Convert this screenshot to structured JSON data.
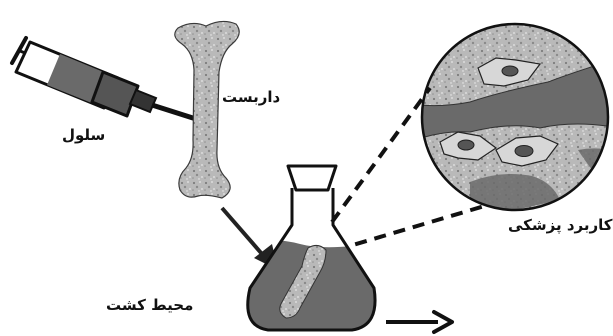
{
  "labels": {
    "scaffold": "داربست",
    "cell": "سلول",
    "medical_application": "کاربرد پزشکی",
    "culture_medium": "محیط کشت"
  },
  "icons": {
    "syringe": "syringe-icon",
    "scaffold": "porous-bone-scaffold-icon",
    "flask": "erlenmeyer-flask-icon",
    "magnified_view": "magnified-tissue-circle-icon",
    "arrow_into_flask": "arrow-down-right-icon",
    "arrow_out": "arrow-right-icon"
  },
  "colors": {
    "dark_fill": "#6a6a6a",
    "scaffold_fill": "#b9b9b9",
    "outline": "#111111",
    "background": "#ffffff"
  }
}
